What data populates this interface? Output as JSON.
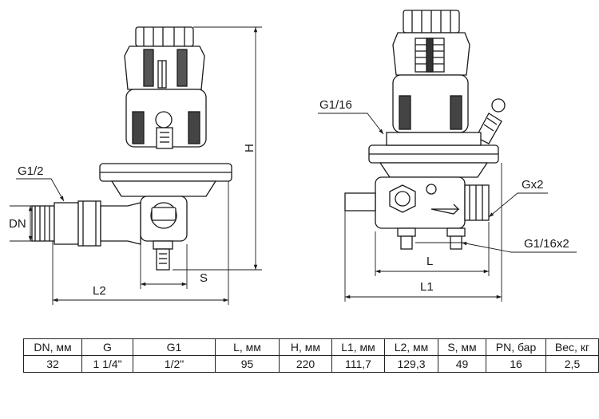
{
  "drawing": {
    "left_view": {
      "labels": {
        "thread": "G1/2",
        "dn": "DN",
        "h": "H",
        "l2": "L2",
        "s": "S"
      }
    },
    "right_view": {
      "labels": {
        "thread_top": "G1/16",
        "gx2": "Gx2",
        "g116x2": "G1/16x2",
        "l": "L",
        "l1": "L1"
      }
    }
  },
  "spec_table": {
    "columns": [
      {
        "label": "DN, мм"
      },
      {
        "label": "G"
      },
      {
        "label": "G1"
      },
      {
        "label": "L, мм"
      },
      {
        "label": "H, мм"
      },
      {
        "label": "L1, мм"
      },
      {
        "label": "L2, мм"
      },
      {
        "label": "S, мм"
      },
      {
        "label": "PN, бар"
      },
      {
        "label": "Вес, кг"
      }
    ],
    "row": [
      {
        "value": "32"
      },
      {
        "value": "1 1/4\""
      },
      {
        "value": "1/2\""
      },
      {
        "value": "95"
      },
      {
        "value": "220"
      },
      {
        "value": "111,7"
      },
      {
        "value": "129,3"
      },
      {
        "value": "49"
      },
      {
        "value": "16"
      },
      {
        "value": "2,5"
      }
    ]
  }
}
